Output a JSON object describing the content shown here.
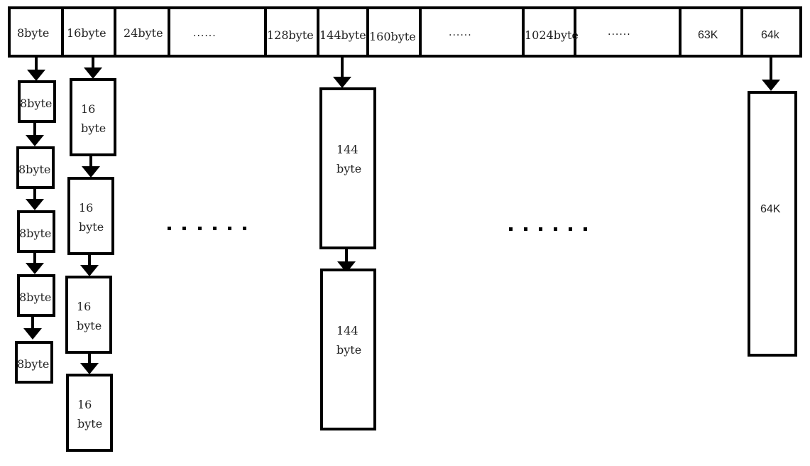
{
  "free_list_header": {
    "cells": [
      "8byte",
      "16byte",
      "24byte",
      "......",
      "128byte",
      "144byte",
      "160byte",
      "......",
      "1024byte",
      "......",
      "63K",
      "64k"
    ]
  },
  "lists": {
    "list_8": {
      "label": "8byte"
    },
    "list_16": {
      "line1": "16",
      "line2": "byte"
    },
    "list_144": {
      "line1": "144",
      "line2": "byte"
    },
    "list_64k": {
      "label": "64K"
    }
  },
  "ellipsis": "......"
}
